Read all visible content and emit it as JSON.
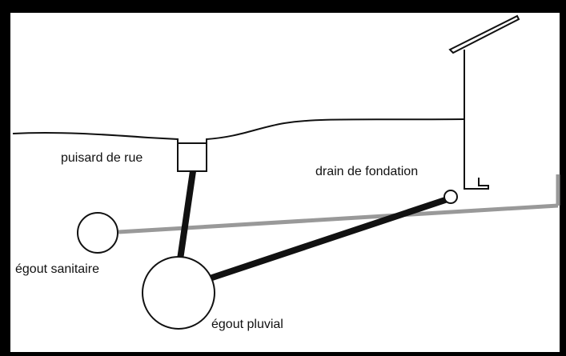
{
  "labels": {
    "street_catch_basin": "puisard de rue",
    "foundation_drain": "drain de fondation",
    "sanitary_sewer": "égout sanitaire",
    "storm_sewer": "égout pluvial"
  },
  "colors": {
    "frame": "#000000",
    "ground_line": "#111111",
    "storm_pipe": "#111111",
    "sanitary_pipe": "#999999",
    "background": "#ffffff"
  }
}
